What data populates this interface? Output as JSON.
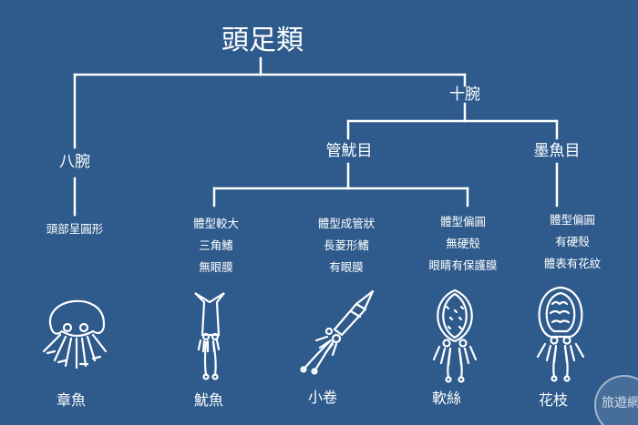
{
  "title": "頭足類",
  "groups": {
    "decapod": "十腕",
    "octopod": "八腕",
    "teuthida": "管魷目",
    "sepiida": "墨魚目"
  },
  "traits": {
    "octopus": [
      "頭部呈圓形"
    ],
    "squid": [
      "體型較大",
      "三角鰭",
      "無眼膜"
    ],
    "small_squid": [
      "體型成管狀",
      "長菱形鰭",
      "有眼膜"
    ],
    "soft_squid": [
      "體型偏圓",
      "無硬殼",
      "眼睛有保護膜"
    ],
    "cuttlefish": [
      "體型偏圓",
      "有硬殼",
      "體表有花紋"
    ]
  },
  "animals": {
    "octopus": "章魚",
    "squid": "魷魚",
    "small_squid": "小卷",
    "soft_squid": "軟絲",
    "cuttlefish": "花枝"
  },
  "watermark": "旅遊網",
  "colors": {
    "background": "#2e5a8c",
    "line": "#ffffff"
  },
  "icons": [
    "octopus-icon",
    "squid-icon",
    "small-squid-icon",
    "soft-squid-icon",
    "cuttlefish-icon"
  ]
}
